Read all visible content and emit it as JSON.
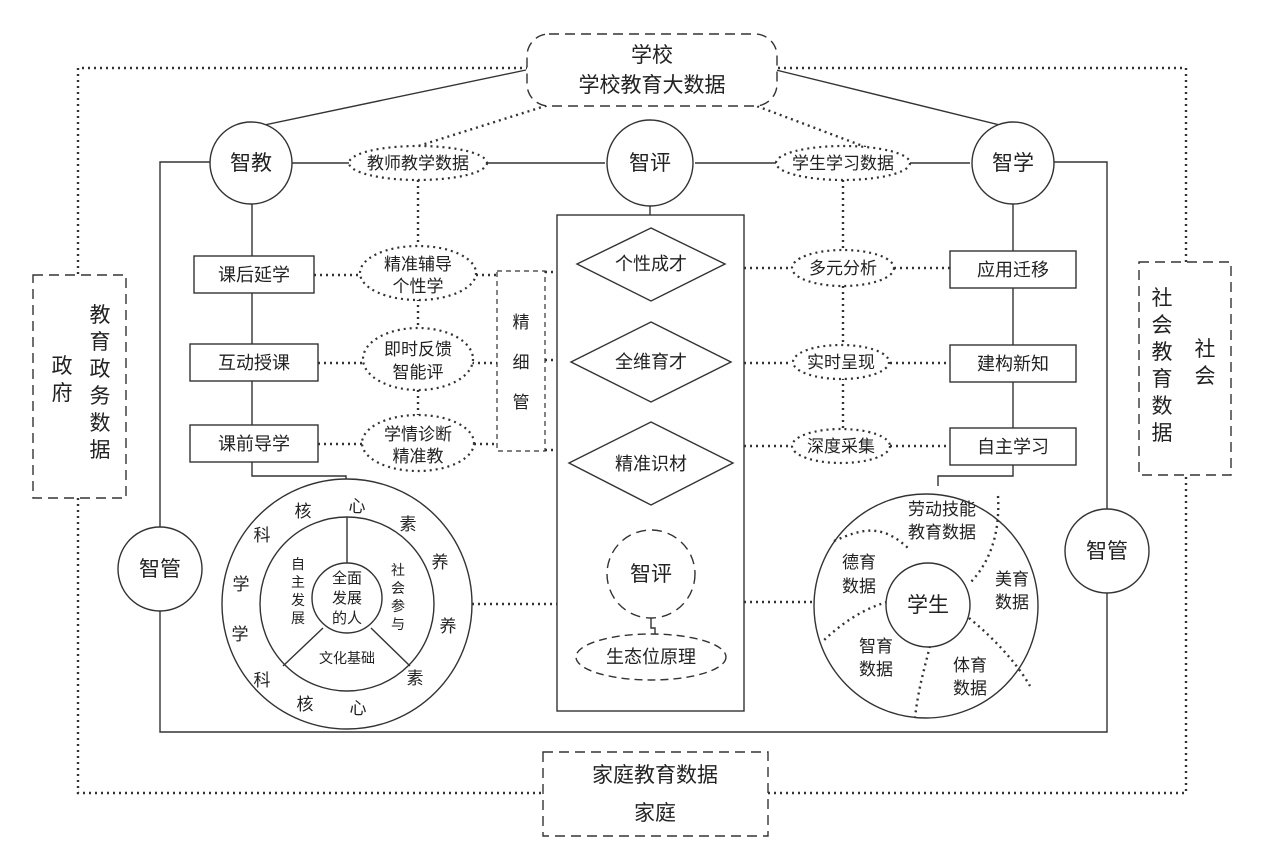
{
  "school": {
    "line1": "学校",
    "line2": "学校教育大数据"
  },
  "government": {
    "outer": "政府",
    "inner": [
      "教",
      "育",
      "政",
      "务",
      "数",
      "据"
    ]
  },
  "society": {
    "outer": "社会",
    "inner": [
      "社",
      "会",
      "教",
      "育",
      "数",
      "据"
    ]
  },
  "family": {
    "line1": "家庭教育数据",
    "line2": "家庭"
  },
  "zhijiao": "智教",
  "zhiping": "智评",
  "zhixue": "智学",
  "zhiguan_left": "智管",
  "zhiguan_right": "智管",
  "teacher_data": "教师教学数据",
  "student_data": "学生学习数据",
  "left_boxes": [
    "课后延学",
    "互动授课",
    "课前导学"
  ],
  "left_ovals": [
    {
      "line1": "精准辅导",
      "line2": "个性学"
    },
    {
      "line1": "即时反馈",
      "line2": "智能评"
    },
    {
      "line1": "学情诊断",
      "line2": "精准教"
    }
  ],
  "jingxiguan": [
    "精",
    "细",
    "管"
  ],
  "diamonds": [
    "个性成才",
    "全维育才",
    "精准识材"
  ],
  "center_circle": "智评",
  "ecology": "生态位原理",
  "right_ovals": [
    "多元分析",
    "实时呈现",
    "深度采集"
  ],
  "right_boxes": [
    "应用迁移",
    "建构新知",
    "自主学习"
  ],
  "core_literacy": {
    "ring_top": [
      "学",
      "科",
      "核",
      "心",
      "素",
      "养"
    ],
    "ring_bottom": [
      "学",
      "科",
      "核",
      "心",
      "素",
      "养"
    ],
    "center": [
      "全面",
      "发展",
      "的人"
    ],
    "left": [
      "自",
      "主",
      "发",
      "展"
    ],
    "right": [
      "社",
      "会",
      "参",
      "与"
    ],
    "bottom": "文化基础"
  },
  "student": {
    "center": "学生",
    "labor": [
      "劳动技能",
      "教育数据"
    ],
    "moral": [
      "德育",
      "数据"
    ],
    "beauty": [
      "美育",
      "数据"
    ],
    "intel": [
      "智育",
      "数据"
    ],
    "pe": [
      "体育",
      "数据"
    ]
  }
}
